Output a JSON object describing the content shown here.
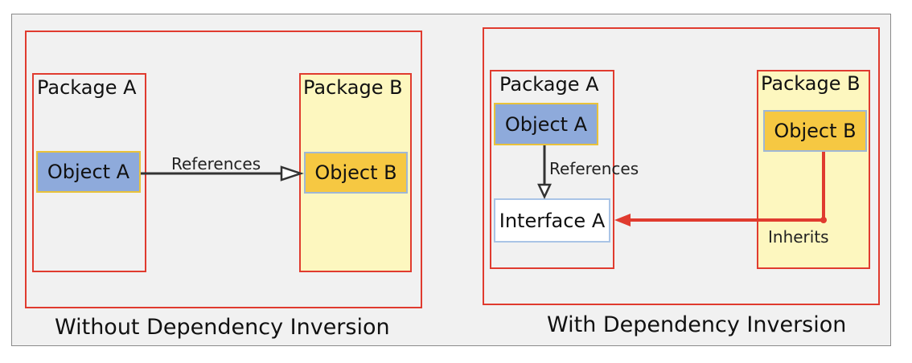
{
  "left_diagram": {
    "package_a": {
      "label": "Package A",
      "object": "Object A"
    },
    "package_b": {
      "label": "Package B",
      "object": "Object B"
    },
    "edge_label": "References",
    "caption": "Without Dependency Inversion"
  },
  "right_diagram": {
    "package_a": {
      "label": "Package A",
      "object": "Object A",
      "interface": "Interface A"
    },
    "package_b": {
      "label": "Package B",
      "object": "Object B"
    },
    "references_label": "References",
    "inherits_label": "Inherits",
    "caption": "With Dependency Inversion"
  },
  "colors": {
    "frame_border": "#e03b2f",
    "package_b_fill": "#fdf7bf",
    "object_a_fill": "#8eaadb",
    "object_b_fill": "#f6c842",
    "references_arrow": "#333333",
    "inherits_arrow": "#e03b2f"
  }
}
